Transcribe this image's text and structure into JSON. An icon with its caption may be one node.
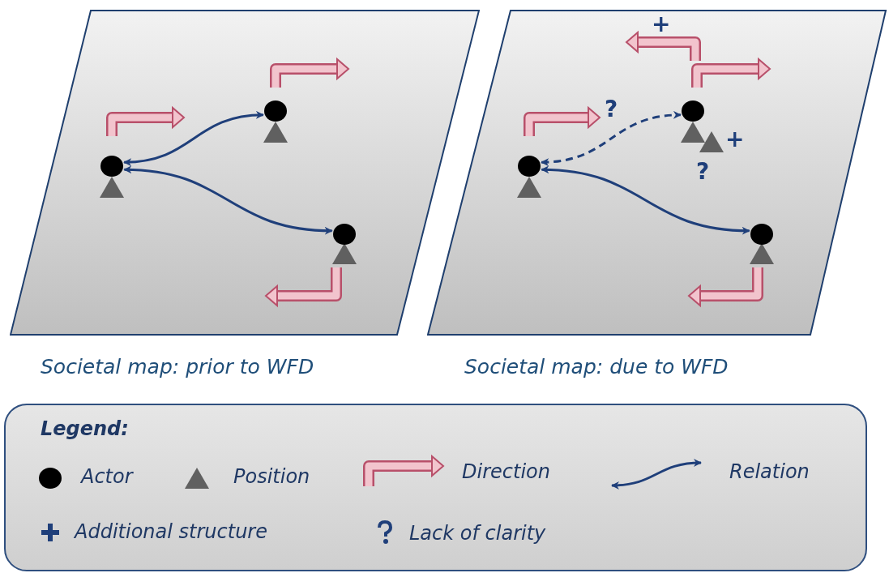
{
  "diagram": {
    "nodes": [
      {
        "text": [],
        "shape": "box",
        "beside": [
          "Societal map: prior to WFD"
        ]
      },
      {
        "text": [],
        "shape": "circle",
        "in": 0
      },
      {
        "text": [],
        "shape": "circle",
        "in": 0
      },
      {
        "text": [],
        "shape": "circle",
        "in": 0
      },
      {
        "text": [],
        "shape": "box",
        "beside": [
          "Societal map: due to WFD"
        ]
      },
      {
        "text": [],
        "shape": "circle",
        "in": 4
      },
      {
        "text": [],
        "shape": "circle",
        "in": 4
      },
      {
        "text": [],
        "shape": "circle",
        "in": 4
      }
    ],
    "edges": [
      {
        "from": 1,
        "to": 2,
        "arrow": "both"
      },
      {
        "from": 1,
        "to": 3,
        "arrow": "both"
      },
      {
        "from": 5,
        "to": 6,
        "arrow": "both",
        "style": "dashed",
        "label": "?"
      },
      {
        "from": 5,
        "to": 7,
        "arrow": "both"
      }
    ],
    "labels": [
      "+",
      "+",
      "?",
      "Legend:"
    ],
    "legend": [
      {
        "text": "Actor"
      },
      {
        "text": "Position"
      },
      {
        "text": "Direction"
      },
      {
        "text": "Relation"
      },
      {
        "text": "Additional structure"
      },
      {
        "text": "Lack of clarity"
      }
    ]
  }
}
